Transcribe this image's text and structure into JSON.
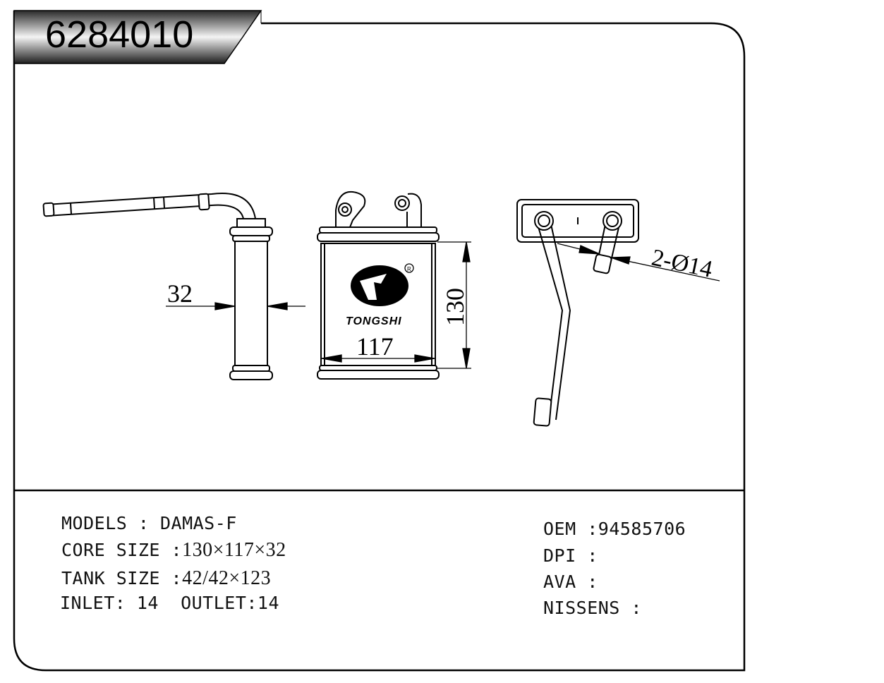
{
  "part_number": "6284010",
  "brand": {
    "name": "TONGSHI",
    "registered_mark": "R"
  },
  "dimensions": {
    "thickness": "32",
    "height": "130",
    "width": "117",
    "pipe": "2-Ø14"
  },
  "specs": {
    "models_label": "MODELS : ",
    "models_value": "DAMAS-F",
    "core_label": "CORE SIZE :",
    "core_value": "130×117×32",
    "tank_label": "TANK SIZE :",
    "tank_value": "42/42×123",
    "inlet_outlet": "INLET: 14  OUTLET:14"
  },
  "references": {
    "oem_label": "OEM :",
    "oem_value": "94585706",
    "dpi_label": "DPI :",
    "ava_label": "AVA :",
    "nissens_label": "NISSENS :"
  }
}
